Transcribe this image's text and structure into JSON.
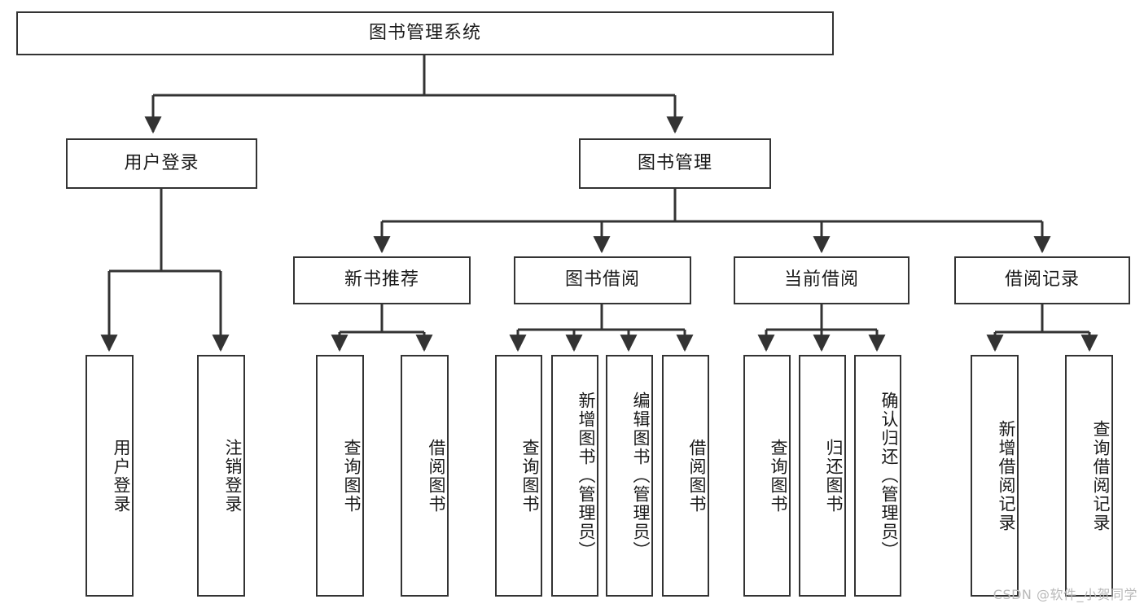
{
  "diagram": {
    "type": "tree",
    "title": "图书管理系统",
    "orientation": "top-down",
    "stroke_color": "#333333",
    "node_fill": "#ffffff",
    "text_color": "#1a1a1a",
    "watermark": "CSDN @软件_小贺同学"
  },
  "nodes": {
    "root": {
      "label": "图书管理系统"
    },
    "level2": [
      {
        "label": "用户登录"
      },
      {
        "label": "图书管理"
      }
    ],
    "level3": [
      {
        "label": "新书推荐"
      },
      {
        "label": "图书借阅"
      },
      {
        "label": "当前借阅"
      },
      {
        "label": "借阅记录"
      }
    ],
    "leaves": {
      "user_login": [
        {
          "label": "用户登录"
        },
        {
          "label": "注销登录"
        }
      ],
      "new_book_recommend": [
        {
          "label": "查询图书"
        },
        {
          "label": "借阅图书"
        }
      ],
      "book_borrow": [
        {
          "label": "查询图书"
        },
        {
          "label": "新增图书（管理员）"
        },
        {
          "label": "编辑图书（管理员）"
        },
        {
          "label": "借阅图书"
        }
      ],
      "current_borrow": [
        {
          "label": "查询图书"
        },
        {
          "label": "归还图书"
        },
        {
          "label": "确认归还（管理员）"
        }
      ],
      "borrow_record": [
        {
          "label": "新增借阅记录"
        },
        {
          "label": "查询借阅记录"
        }
      ]
    }
  }
}
